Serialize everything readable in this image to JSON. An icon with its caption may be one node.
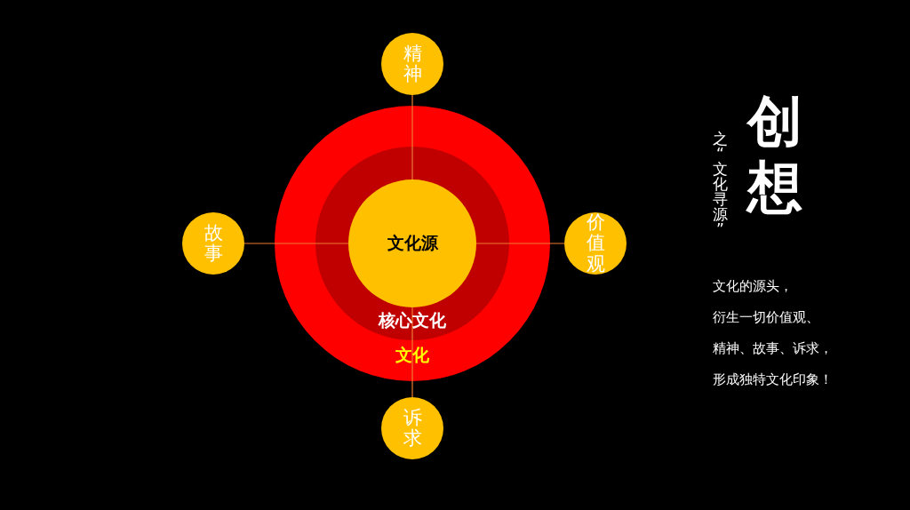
{
  "diagram": {
    "title": "创想",
    "nodes": [
      {
        "text": [
          "文化"
        ]
      },
      {
        "text": [
          "核心文化"
        ],
        "in": 0
      },
      {
        "text": [
          "文化源"
        ],
        "in": 1
      },
      {
        "text": [
          "精神"
        ]
      },
      {
        "text": [
          "故事"
        ]
      },
      {
        "text": [
          "价值观"
        ]
      },
      {
        "text": [
          "诉求"
        ]
      }
    ],
    "edges": [
      {
        "from": 2,
        "to": 3,
        "arrow": "none"
      },
      {
        "from": 2,
        "to": 4,
        "arrow": "none"
      },
      {
        "from": 2,
        "to": 5,
        "arrow": "none"
      },
      {
        "from": 2,
        "to": 6,
        "arrow": "none"
      }
    ],
    "labels": [
      "之“文化寻源”",
      "文化的源头，衍生一切价值观、精神、故事、诉求，形成独特文化印象！"
    ]
  }
}
